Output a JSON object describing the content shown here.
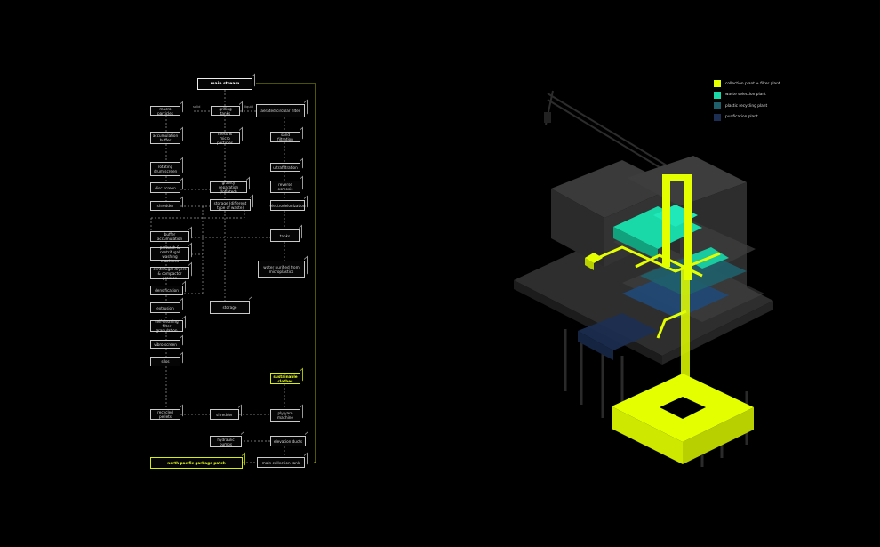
{
  "flowchart": {
    "nodes": {
      "main_stream": "main stream",
      "macro_particles": "macro particles",
      "grilling_tanks": "grilling tanks",
      "aerated_circular_filter": "aerated circular filter",
      "accumulation_buffer": "accumulation buffer",
      "meso_micro": "meso & micro particles",
      "sand_filtration": "sand filtration",
      "trommel": "rotating drum screen",
      "ultrafiltration": "ultrafiltration",
      "disc_screen": "disc screen",
      "gravity_separation": "gravity separation (Inflated)",
      "reverse_osmosis": "reverse osmosis",
      "shredder_1": "shredder",
      "storage_waste": "storage (different type of waste)",
      "electrodeionization": "electrodeionization",
      "buffer_accumulation": "buffer accumulation",
      "tanks": "tanks",
      "prewash": "prewash & centrifugal washing machines",
      "water_purified": "water purified from microplastics",
      "centrifugal_dryers": "centrifugal dryers & compactor presses",
      "densification": "densification",
      "extrusion": "extrusion",
      "storage": "storage",
      "self_cleaning": "self-cleaning filter granulation",
      "vibro_screen": "vibro screen",
      "silos": "silos",
      "sustainable_clothes": "sustainable clothes",
      "recycled_pellets": "recycled pellets",
      "shredder_2": "shredder",
      "ply_yarn": "ply-yarn machine",
      "hydraulic_pumps": "hydraulic pumps",
      "elevation_ducts": "elevation ducts",
      "north_pacific": "north pacific garbage patch",
      "main_collection_tank": "main collection tank"
    },
    "edge_labels": {
      "solid": "solid",
      "liquid": "liquid"
    }
  },
  "legend": [
    {
      "label": "collection plant + filter plant",
      "color": "#e4ff00"
    },
    {
      "label": "waste selection plant",
      "color": "#19d9a9"
    },
    {
      "label": "plastic recycling plant",
      "color": "#1f5f6b"
    },
    {
      "label": "purification plant",
      "color": "#1c2f52"
    }
  ]
}
